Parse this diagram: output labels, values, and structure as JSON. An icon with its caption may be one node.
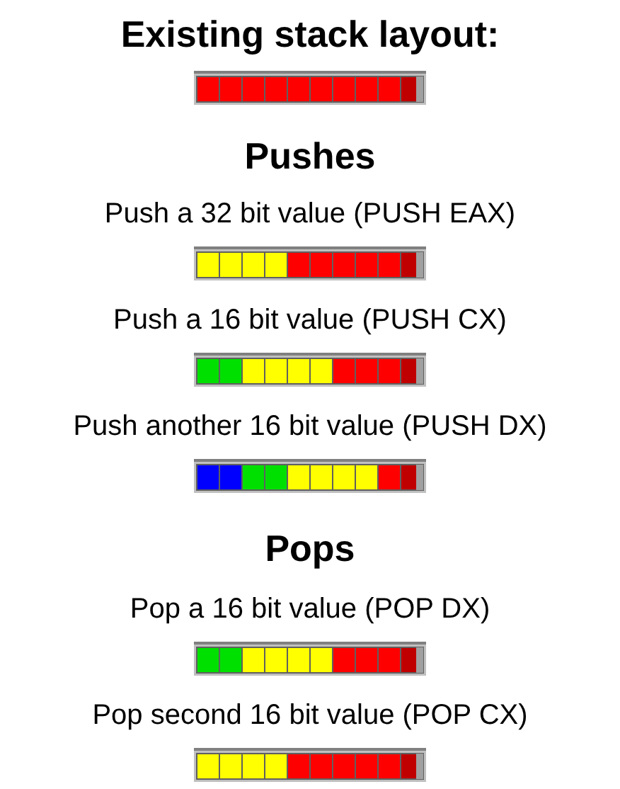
{
  "diagram": {
    "labels": [
      "Existing stack layout:",
      "Pushes",
      "Push a 32 bit value (PUSH EAX)",
      "Push a 16 bit value (PUSH CX)",
      "Push another 16 bit value (PUSH DX)",
      "Pops",
      "Pop a 16 bit value (POP DX)",
      "Pop second 16 bit value (POP CX)"
    ]
  }
}
